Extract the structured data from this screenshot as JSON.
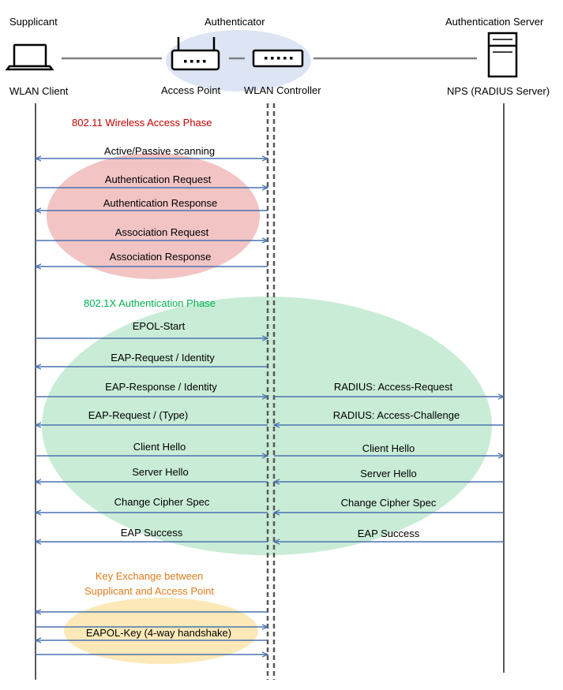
{
  "actors": {
    "supplicant_role": "Supplicant",
    "authenticator_role": "Authenticator",
    "server_role": "Authentication Server",
    "client_name": "WLAN Client",
    "ap_name": "Access Point",
    "controller_name": "WLAN Controller",
    "server_name": "NPS (RADIUS Server)"
  },
  "phases": {
    "wireless": "802.11 Wireless Access Phase",
    "auth": "802.1X Authentication Phase",
    "key_line1": "Key Exchange between",
    "key_line2": "Supplicant and Access Point"
  },
  "messages": {
    "scan": "Active/Passive scanning",
    "auth_req": "Authentication Request",
    "auth_resp": "Authentication Response",
    "assoc_req": "Association Request",
    "assoc_resp": "Association Response",
    "epol_start": "EPOL-Start",
    "eap_req_id": "EAP-Request / Identity",
    "eap_resp_id": "EAP-Response / Identity",
    "eap_req_type": "EAP-Request / (Type)",
    "client_hello": "Client Hello",
    "server_hello": "Server Hello",
    "change_cipher": "Change Cipher Spec",
    "eap_success": "EAP Success",
    "radius_access_req": "RADIUS: Access-Request",
    "radius_access_chal": "RADIUS: Access-Challenge",
    "client_hello_r": "Client Hello",
    "server_hello_r": "Server Hello",
    "change_cipher_r": "Change Cipher Spec",
    "eap_success_r": "EAP Success",
    "eapol_key": "EAPOL-Key (4-way handshake)"
  },
  "colors": {
    "arrow": "#4a72b0",
    "wireless_phase": "#c00000",
    "auth_phase": "#00b050",
    "key_phase": "#e07b1a",
    "wireless_fill": "#f2c4c4",
    "auth_fill": "#c9ecd6",
    "key_fill": "#fde9b8",
    "authenticator_fill": "#dde5f5"
  }
}
